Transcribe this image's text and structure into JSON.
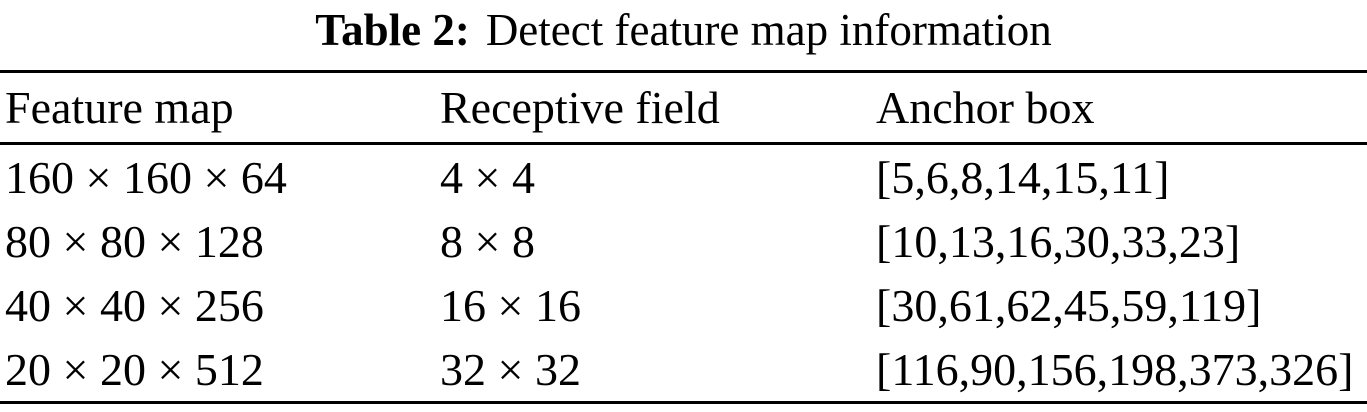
{
  "caption": {
    "label": "Table 2:",
    "text": "Detect feature map information"
  },
  "table": {
    "columns": [
      "Feature map",
      "Receptive field",
      "Anchor box"
    ],
    "rows": [
      {
        "feature_map": "160 × 160 × 64",
        "receptive_field": "4 × 4",
        "anchor_box": "[5,6,8,14,15,11]"
      },
      {
        "feature_map": "80 × 80 × 128",
        "receptive_field": "8 × 8",
        "anchor_box": "[10,13,16,30,33,23]"
      },
      {
        "feature_map": "40 × 40 × 256",
        "receptive_field": "16 × 16",
        "anchor_box": "[30,61,62,45,59,119]"
      },
      {
        "feature_map": "20 × 20 × 512",
        "receptive_field": "32 × 32",
        "anchor_box": "[116,90,156,198,373,326]"
      }
    ]
  },
  "chart_data": {
    "type": "table",
    "title": "Table 2: Detect feature map information",
    "columns": [
      "Feature map",
      "Receptive field",
      "Anchor box"
    ],
    "rows": [
      [
        "160 × 160 × 64",
        "4 × 4",
        "[5,6,8,14,15,11]"
      ],
      [
        "80 × 80 × 128",
        "8 × 8",
        "[10,13,16,30,33,23]"
      ],
      [
        "40 × 40 × 256",
        "16 × 16",
        "[30,61,62,45,59,119]"
      ],
      [
        "20 × 20 × 512",
        "32 × 32",
        "[116,90,156,198,373,326]"
      ]
    ]
  },
  "colors": {
    "text": "#000000",
    "background": "#ffffff",
    "rule": "#000000"
  }
}
